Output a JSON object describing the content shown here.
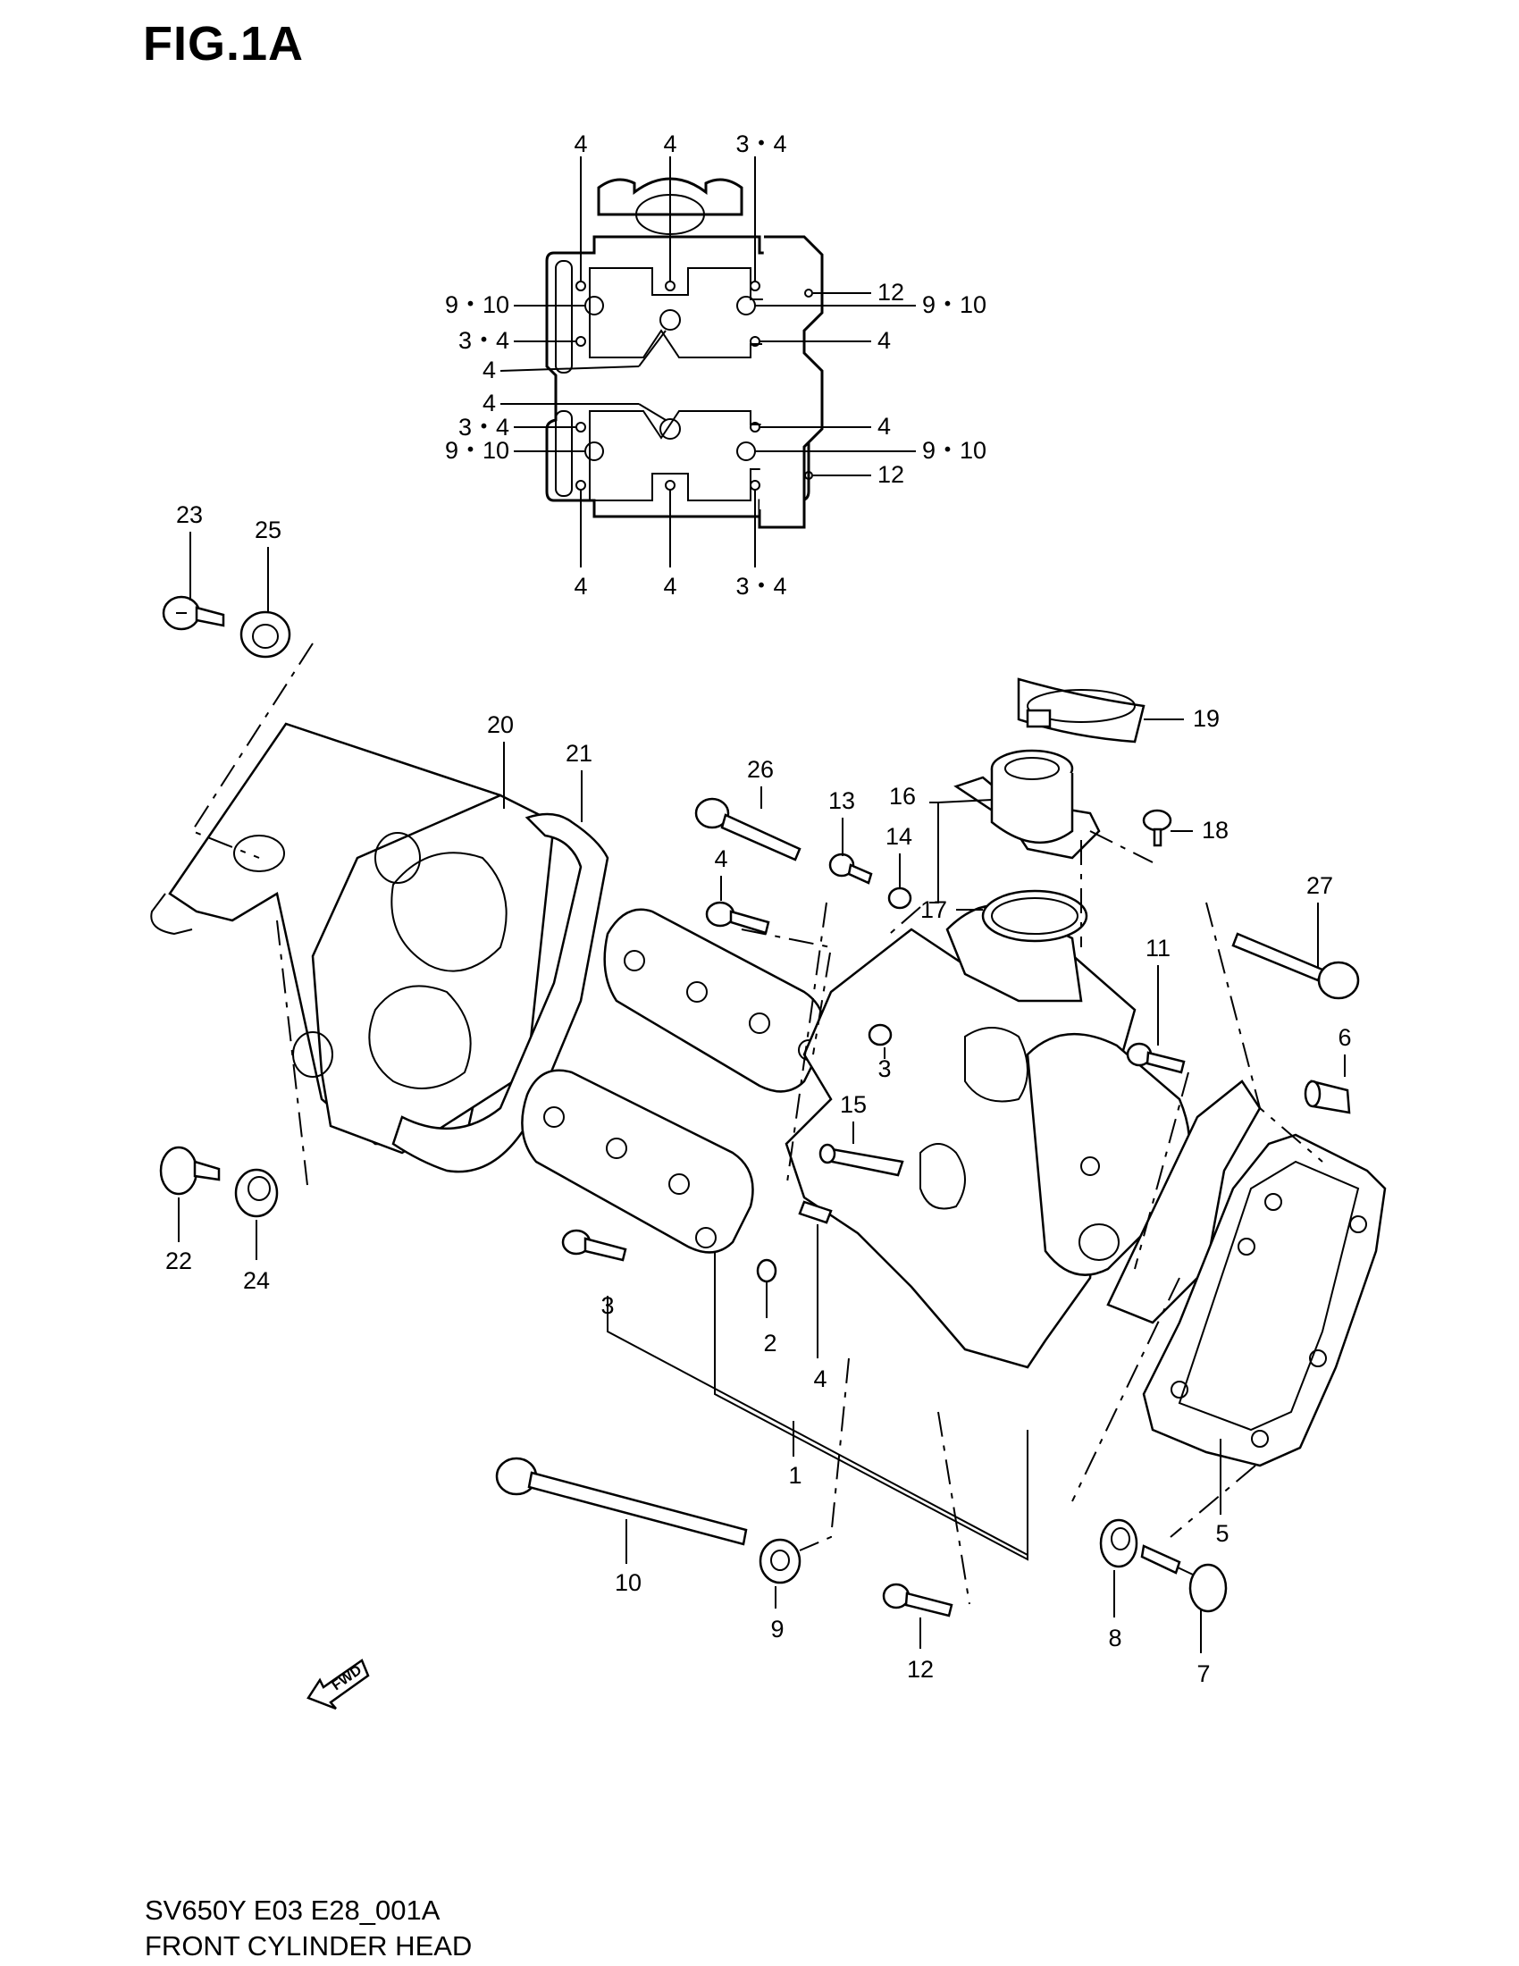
{
  "figure_title": "FIG.1A",
  "footer": {
    "code": "SV650Y E03 E28_001A",
    "name": "FRONT CYLINDER HEAD"
  },
  "fwd_marker": "FWD",
  "tightening_diagram": {
    "labels": {
      "top_1": "4",
      "top_2": "4",
      "top_3": "3・4",
      "left_1": "9・10",
      "left_2": "3・4",
      "left_3": "4",
      "left_4": "4",
      "left_5": "3・4",
      "left_6": "9・10",
      "right_1": "12",
      "right_2": "9・10",
      "right_3": "4",
      "right_4": "4",
      "right_5": "9・10",
      "right_6": "12",
      "bottom_1": "4",
      "bottom_2": "4",
      "bottom_3": "3・4"
    }
  },
  "callouts": {
    "c23": "23",
    "c25": "25",
    "c20": "20",
    "c21": "21",
    "c26": "26",
    "c13": "13",
    "c16": "16",
    "c19": "19",
    "c18": "18",
    "c14": "14",
    "c17": "17",
    "c4a": "4",
    "c27": "27",
    "c11": "11",
    "c6": "6",
    "c3a": "3",
    "c15": "15",
    "c22": "22",
    "c24": "24",
    "c3b": "3",
    "c2": "2",
    "c4b": "4",
    "c1": "1",
    "c5": "5",
    "c10": "10",
    "c9": "9",
    "c12": "12",
    "c8": "8",
    "c7": "7"
  }
}
